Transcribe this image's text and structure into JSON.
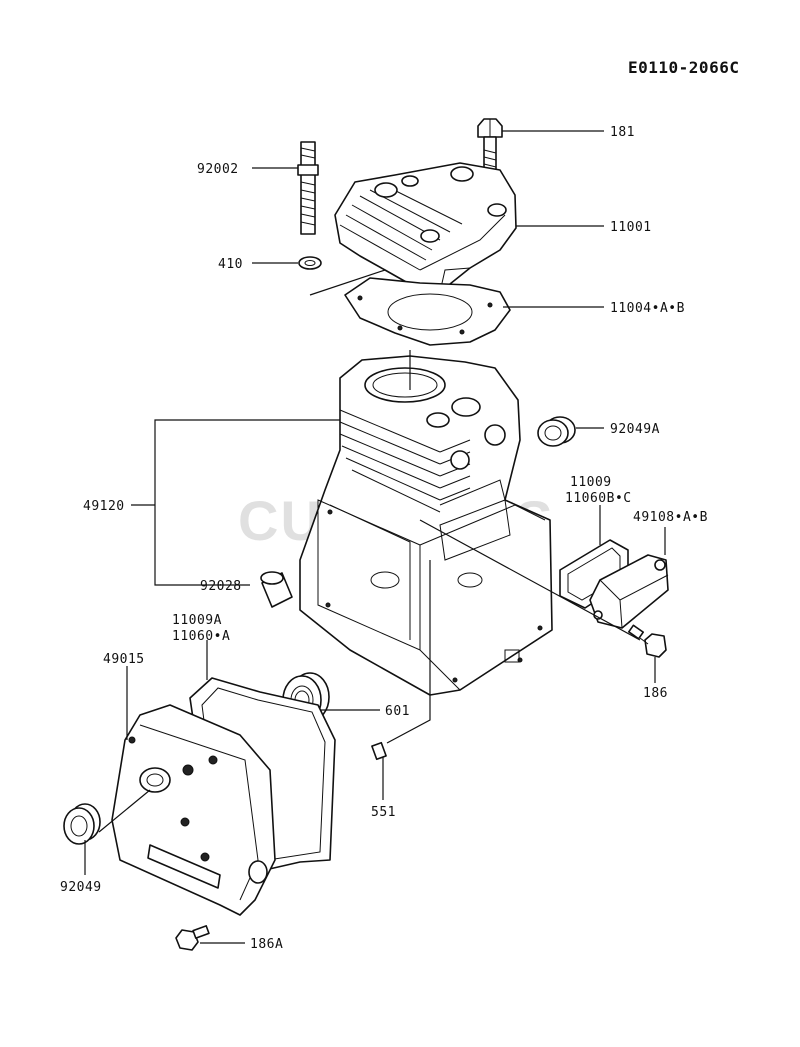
{
  "diagram_code": "E0110-2066C",
  "watermark": "CUTPARTS",
  "labels": {
    "p181": "181",
    "p92002": "92002",
    "p11001": "11001",
    "p410": "410",
    "p11004": "11004•A•B",
    "p92049A": "92049A",
    "p49120": "49120",
    "p11009": "11009",
    "p11060BC": "11060B•C",
    "p49108": "49108•A•B",
    "p92028": "92028",
    "p11009A": "11009A",
    "p11060A": "11060•A",
    "p49015": "49015",
    "p601": "601",
    "p186": "186",
    "p551": "551",
    "p92049": "92049",
    "p186A": "186A"
  }
}
